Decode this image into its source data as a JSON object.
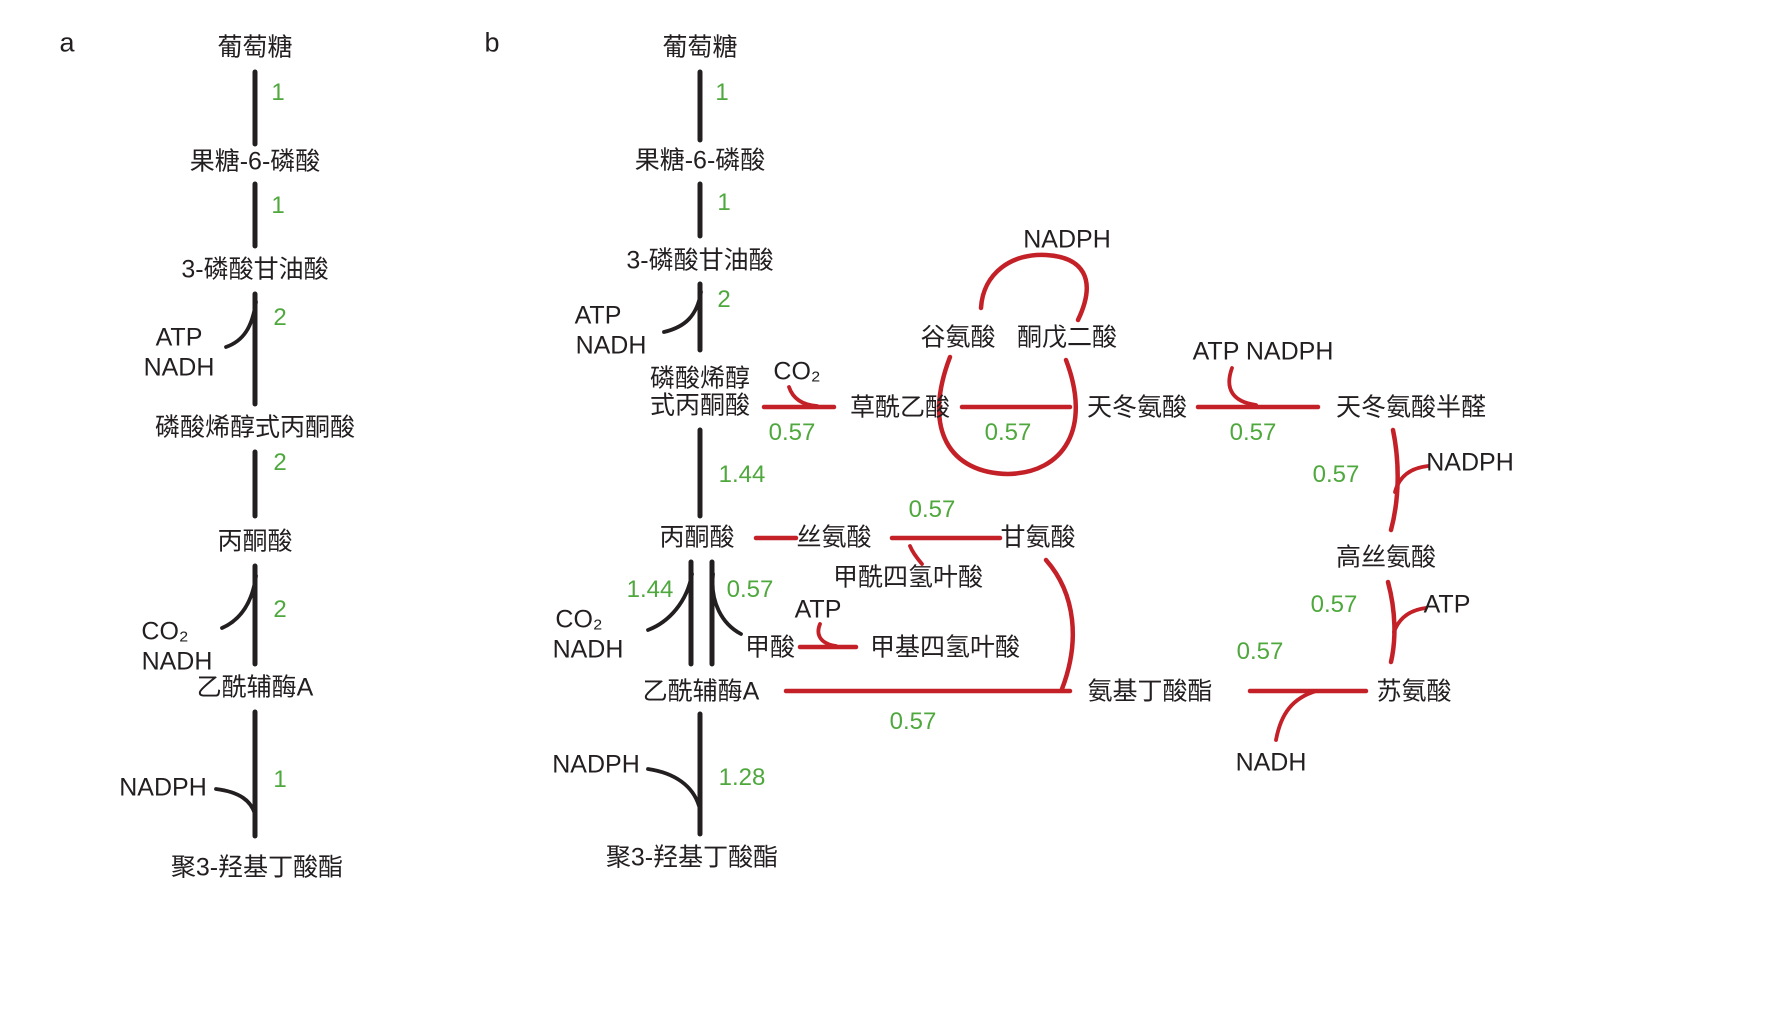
{
  "colors": {
    "text": "#231f20",
    "arrow_black": "#231f20",
    "arrow_red": "#c32027",
    "flux_green": "#4fa83d",
    "background": "#ffffff"
  },
  "panel_a": {
    "label": "a",
    "nodes": {
      "glucose": "葡萄糖",
      "fructose_6_phosphate": "果糖-6-磷酸",
      "glycerate_3_phosphate": "3-磷酸甘油酸",
      "phosphoenolpyruvate": "磷酸烯醇式丙酮酸",
      "pyruvate": "丙酮酸",
      "acetyl_coa": "乙酰辅酶A",
      "phb": "聚3-羟基丁酸酯"
    },
    "cofactors": {
      "atp": "ATP",
      "nadh_glycolysis": "NADH",
      "co2": "CO₂",
      "nadh_pdh": "NADH",
      "nadph": "NADPH"
    },
    "fluxes": {
      "glucose_to_f6p": "1",
      "f6p_to_g3p": "1",
      "g3p_to_pep": "2",
      "pep_to_pyruvate": "2",
      "pyruvate_to_acetyl_coa": "2",
      "acetyl_coa_to_phb": "1"
    }
  },
  "panel_b": {
    "label": "b",
    "nodes": {
      "glucose": "葡萄糖",
      "fructose_6_phosphate": "果糖-6-磷酸",
      "glycerate_3_phosphate": "3-磷酸甘油酸",
      "pep_line1": "磷酸烯醇",
      "pep_line2": "式丙酮酸",
      "oxaloacetate": "草酰乙酸",
      "glutamate": "谷氨酸",
      "oxoglutarate": "酮戊二酸",
      "aspartate": "天冬氨酸",
      "aspartate_semialdehyde": "天冬氨酸半醛",
      "homoserine": "高丝氨酸",
      "threonine": "苏氨酸",
      "aminobutyrate": "氨基丁酸酯",
      "glycine": "甘氨酸",
      "serine": "丝氨酸",
      "pyruvate": "丙酮酸",
      "formate": "甲酸",
      "formyl_thf": "甲酰四氢叶酸",
      "methyl_thf": "甲基四氢叶酸",
      "acetyl_coa": "乙酰辅酶A",
      "phb": "聚3-羟基丁酸酯"
    },
    "cofactors": {
      "atp_glycolysis": "ATP",
      "nadh_glycolysis": "NADH",
      "co2_anaplerosis": "CO₂",
      "nadph_gdh": "NADPH",
      "atp_nadph_asp": "ATP NADPH",
      "nadph_asa": "NADPH",
      "atp_homoserine": "ATP",
      "nadh_threonine": "NADH",
      "atp_formate": "ATP",
      "co2_pdh": "CO₂",
      "nadh_pdh": "NADH",
      "nadph_phb": "NADPH"
    },
    "fluxes": {
      "glucose_to_f6p": "1",
      "f6p_to_g3p": "1",
      "g3p_to_pep": "2",
      "pep_to_oxaloacetate": "0.57",
      "oxaloacetate_to_aspartate": "0.57",
      "aspartate_to_semialdehyde": "0.57",
      "semialdehyde_to_homoserine": "0.57",
      "homoserine_to_threonine": "0.57",
      "threonine_to_aminobutyrate": "0.57",
      "aminobutyrate_to_acetyl_coa": "0.57",
      "glycine_to_serine": "0.57",
      "pep_to_pyruvate": "1.44",
      "pyruvate_to_acetyl_coa_pdh": "1.44",
      "pyruvate_to_acetyl_coa_pfl": "0.57",
      "acetyl_coa_to_phb": "1.28"
    }
  }
}
